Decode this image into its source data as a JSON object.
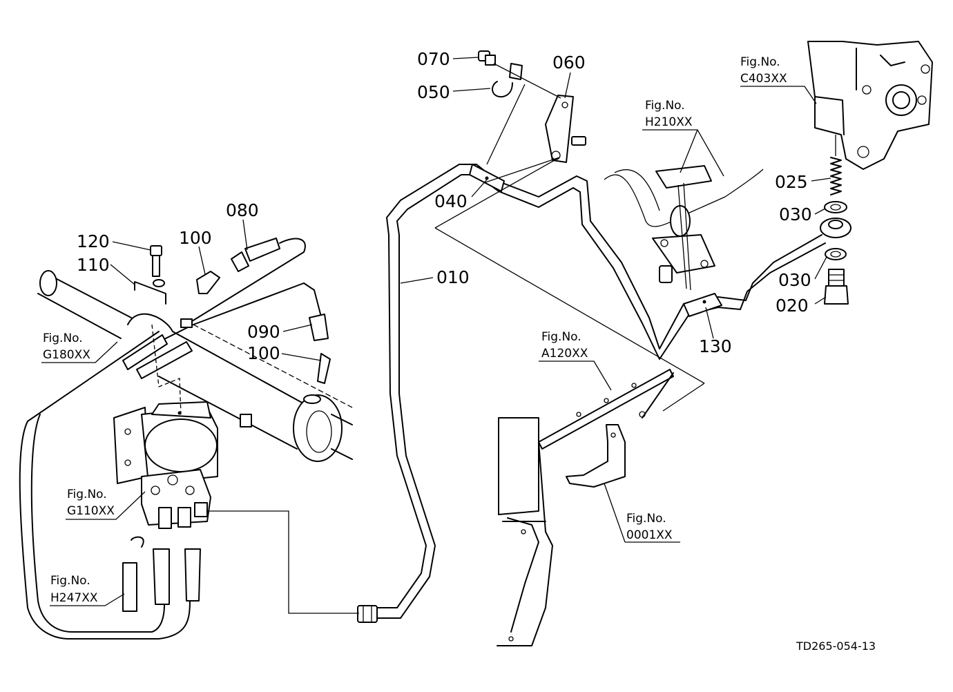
{
  "callouts": {
    "p010": "010",
    "p020": "020",
    "p025": "025",
    "p030a": "030",
    "p030b": "030",
    "p040": "040",
    "p050": "050",
    "p060": "060",
    "p070": "070",
    "p080": "080",
    "p090": "090",
    "p100a": "100",
    "p100b": "100",
    "p110": "110",
    "p120": "120",
    "p130": "130"
  },
  "figrefs": {
    "c403": {
      "label": "Fig.No.",
      "code": "C403XX"
    },
    "h210": {
      "label": "Fig.No.",
      "code": "H210XX"
    },
    "a120": {
      "label": "Fig.No.",
      "code": "A120XX"
    },
    "g180": {
      "label": "Fig.No.",
      "code": "G180XX"
    },
    "g110": {
      "label": "Fig.No.",
      "code": "G110XX"
    },
    "h247": {
      "label": "Fig.No.",
      "code": "H247XX"
    },
    "f0001": {
      "label": "Fig.No.",
      "code": "0001XX"
    }
  },
  "drawing_code": "TD265-054-13"
}
